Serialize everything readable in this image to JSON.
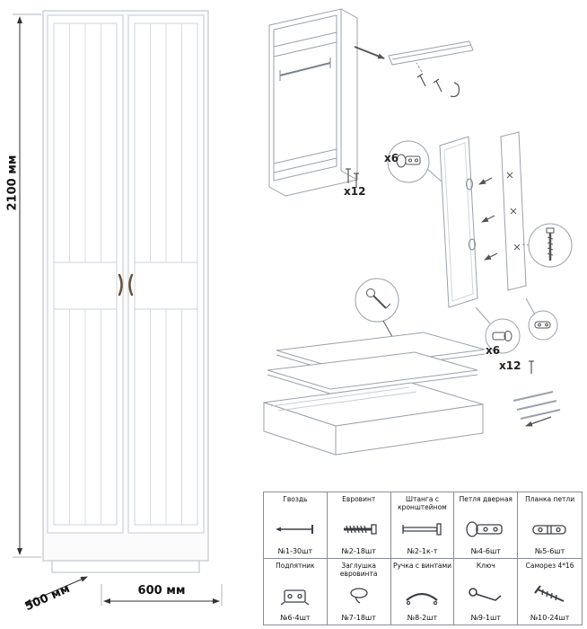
{
  "dimensions": {
    "height": "2100 мм",
    "depth": "500 мм",
    "width": "600 мм"
  },
  "callouts": {
    "top_screws": "x12",
    "door_hinges": "x6",
    "lower_hinges": "x6",
    "lower_screws": "x12"
  },
  "parts": [
    {
      "title": "Гвоздь",
      "qty": "№1-30шт",
      "icon": "nail-icon"
    },
    {
      "title": "Евровинт",
      "qty": "№2-18шт",
      "icon": "euroscrew-icon"
    },
    {
      "title": "Штанга с кронштейном",
      "qty": "№2-1к-т",
      "icon": "rod-icon"
    },
    {
      "title": "Петля дверная",
      "qty": "№4-6шт",
      "icon": "hinge-icon"
    },
    {
      "title": "Планка петли",
      "qty": "№5-6шт",
      "icon": "hinge-plate-icon"
    },
    {
      "title": "Подпятник",
      "qty": "№6-4шт",
      "icon": "footpad-icon"
    },
    {
      "title": "Заглушка евровинта",
      "qty": "№7-18шт",
      "icon": "cap-icon"
    },
    {
      "title": "Ручка с винтами",
      "qty": "№8-2шт",
      "icon": "handle-icon"
    },
    {
      "title": "Ключ",
      "qty": "№9-1шт",
      "icon": "key-icon"
    },
    {
      "title": "Саморез 4*16",
      "qty": "№10-24шт",
      "icon": "screw-icon"
    }
  ]
}
